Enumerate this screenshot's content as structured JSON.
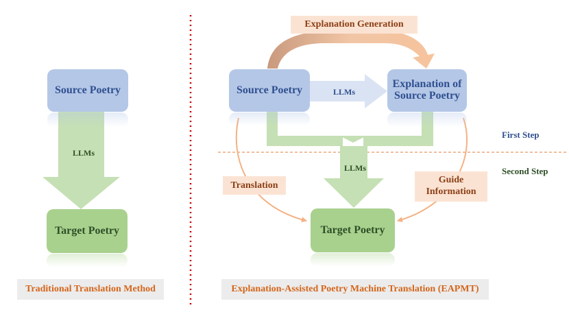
{
  "left": {
    "source": "Source Poetry",
    "llms": "LLMs",
    "target": "Target Poetry",
    "caption": "Traditional Translation Method"
  },
  "right": {
    "source": "Source Poetry",
    "llms_top": "LLMs",
    "explanation": "Explanation of Source Poetry",
    "explanation_gen": "Explanation Generation",
    "llms_mid": "LLMs",
    "translation": "Translation",
    "guide": "Guide Information",
    "target": "Target Poetry",
    "caption": "Explanation-Assisted Poetry Machine Translation (EAPMT)"
  },
  "steps": {
    "first": "First Step",
    "second": "Second Step"
  },
  "colors": {
    "blue_box": "#b4c7e7",
    "green_box": "#a9d18e",
    "arrow_green": "#c5e0b4",
    "arrow_blue": "#dae3f3",
    "peach": "#fbe3d3",
    "orange_line": "#f4b183",
    "divider_red": "#c00000",
    "caption_text": "#d4661c"
  }
}
